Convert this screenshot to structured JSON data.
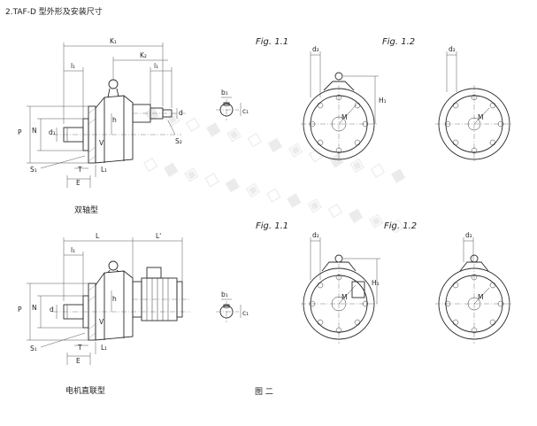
{
  "title": "2.TAF-D 型外形及安装尺寸",
  "captions": {
    "double_shaft": "双轴型",
    "motor_direct": "电机直联型",
    "figure": "图 二"
  },
  "figure_labels": {
    "fig11_top": "Fig. 1.1",
    "fig12_top": "Fig. 1.2",
    "fig11_bottom": "Fig. 1.1",
    "fig12_bottom": "Fig. 1.2"
  },
  "dims": {
    "K1": "K₁",
    "K2": "K₂",
    "l1": "l₁",
    "l": "l",
    "L": "L",
    "Lp": "L'",
    "P": "P",
    "N": "N",
    "d1": "d₁",
    "d": "d",
    "h": "h",
    "V": "V",
    "S1": "S₁",
    "S2": "S₂",
    "T": "T",
    "E": "E",
    "L1": "L₁",
    "b1": "b₁",
    "c1": "c₁",
    "d2": "d₂",
    "H1": "H₁",
    "M": "M"
  }
}
